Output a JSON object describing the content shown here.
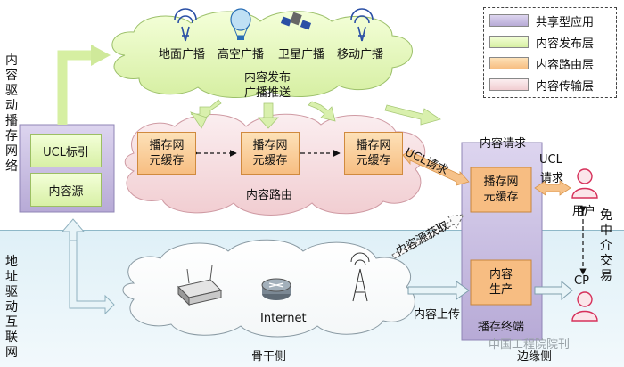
{
  "colors": {
    "shared_app": "#c7bde0",
    "publish": "#e4f5c4",
    "routing": "#f9c38c",
    "transport": "#f6d9dc",
    "sea": "#e6f4f9"
  },
  "icons": [
    "radio-tower-icon",
    "balloon-icon",
    "satellite-icon",
    "router-icon",
    "person-icon"
  ],
  "legend": {
    "items": [
      "共享型应用",
      "内容发布层",
      "内容路由层",
      "内容传输层"
    ]
  },
  "left_labels": {
    "top": [
      "内",
      "容",
      "驱",
      "动",
      "播",
      "存",
      "网",
      "络"
    ],
    "bottom": [
      "地",
      "址",
      "驱",
      "动",
      "互",
      "联",
      "网"
    ]
  },
  "top_cloud": {
    "broadcast": [
      "地面广播",
      "高空广播",
      "卫星广播",
      "移动广播"
    ],
    "publish_line1": "内容发布",
    "publish_line2": "广播推送"
  },
  "app_column": {
    "ucl_index": "UCL标引",
    "content_source": "内容源"
  },
  "routing": {
    "caches": [
      [
        "播存网",
        "元缓存"
      ],
      [
        "播存网",
        "元缓存"
      ],
      [
        "播存网",
        "元缓存"
      ]
    ],
    "label": "内容路由"
  },
  "edge": {
    "content_request": "内容请求",
    "ucl_request": "UCL请求",
    "ucl_label": "UCL",
    "request_label": "请求",
    "edge_cache": [
      "播存网",
      "元缓存"
    ],
    "user": "用户",
    "content_source_fetch": "内容源获取",
    "production": [
      "内容",
      "生产"
    ],
    "upload": "内容上传",
    "terminal": "播存终端",
    "free_intermediary": [
      "免",
      "中",
      "介",
      "交",
      "易"
    ],
    "cp": "CP",
    "edge_side": "边缘侧"
  },
  "backbone": {
    "internet": "Internet",
    "side": "骨干侧"
  },
  "watermark": "中国工程院院刊"
}
